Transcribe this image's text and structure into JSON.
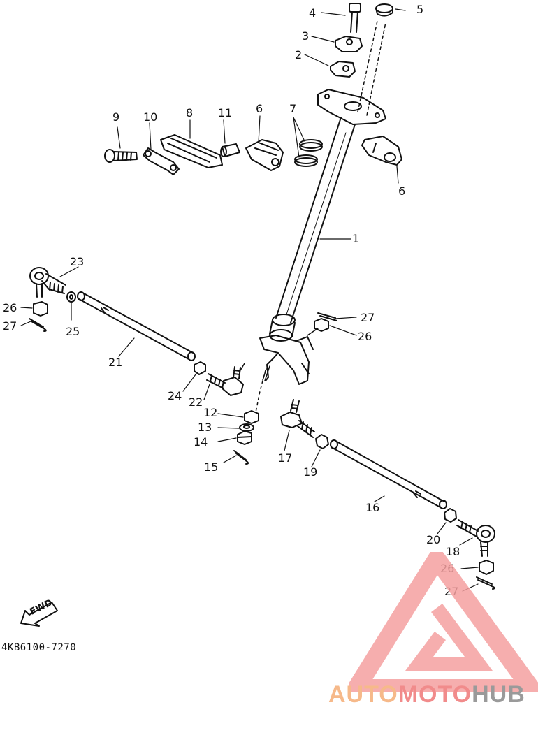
{
  "diagram": {
    "drawing_code": "4KB6100-7270",
    "fwd_label": "FWD",
    "callouts": {
      "c1": "1",
      "c2": "2",
      "c3": "3",
      "c4": "4",
      "c5": "5",
      "c6a": "6",
      "c6b": "6",
      "c7": "7",
      "c8": "8",
      "c9": "9",
      "c10": "10",
      "c11": "11",
      "c12": "12",
      "c13": "13",
      "c14": "14",
      "c15": "15",
      "c16": "16",
      "c17": "17",
      "c18": "18",
      "c19": "19",
      "c20": "20",
      "c21": "21",
      "c22": "22",
      "c23": "23",
      "c24": "24",
      "c25": "25",
      "c26a": "26",
      "c26b": "26",
      "c26c": "26",
      "c27a": "27",
      "c27b": "27",
      "c27c": "27"
    }
  },
  "watermark": {
    "part1": "AUTO",
    "part2": "MOTO",
    "part3": "HUB",
    "colors": {
      "auto": "#f6b98a",
      "moto": "#f18b8b",
      "hub": "#9a9a9a",
      "triangle": "#f4a0a0"
    }
  }
}
